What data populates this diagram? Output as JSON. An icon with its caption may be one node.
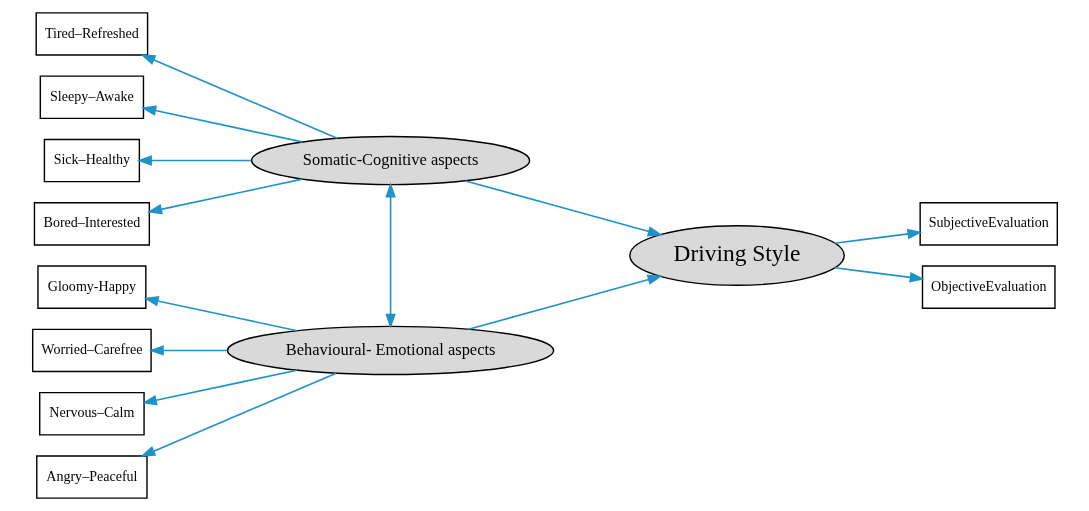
{
  "diagram": {
    "nodes": [
      {
        "text": [
          "Tired–Refreshed"
        ]
      },
      {
        "text": [
          "Sleepy–Awake"
        ]
      },
      {
        "text": [
          "Somatic-Cognitive aspects"
        ]
      },
      {
        "text": [
          "Sick–Healthy"
        ]
      },
      {
        "text": [
          "Bored–Interested"
        ]
      },
      {
        "text": [
          "Gloomy-Happy"
        ]
      },
      {
        "text": [
          "Worried–Carefree"
        ]
      },
      {
        "text": [
          "Behavioural- Emotional aspects"
        ]
      },
      {
        "text": [
          "Nervous–Calm"
        ]
      },
      {
        "text": [
          "Angry–Peaceful"
        ]
      },
      {
        "text": [
          "Driving Style"
        ]
      },
      {
        "text": [
          "SubjectiveEvaluation"
        ]
      },
      {
        "text": [
          "ObjectiveEvaluation"
        ]
      }
    ],
    "edges": [
      {
        "from": 2,
        "to": 0,
        "arrow": "to"
      },
      {
        "from": 2,
        "to": 1,
        "arrow": "to"
      },
      {
        "from": 2,
        "to": 3,
        "arrow": "to"
      },
      {
        "from": 2,
        "to": 4,
        "arrow": "to"
      },
      {
        "from": 7,
        "to": 5,
        "arrow": "to"
      },
      {
        "from": 7,
        "to": 6,
        "arrow": "to"
      },
      {
        "from": 7,
        "to": 8,
        "arrow": "to"
      },
      {
        "from": 7,
        "to": 9,
        "arrow": "to"
      },
      {
        "from": 2,
        "to": 7,
        "arrow": "both"
      },
      {
        "from": 2,
        "to": 10,
        "arrow": "to"
      },
      {
        "from": 7,
        "to": 10,
        "arrow": "to"
      },
      {
        "from": 10,
        "to": 11,
        "arrow": "to"
      },
      {
        "from": 10,
        "to": 12,
        "arrow": "to"
      }
    ]
  }
}
